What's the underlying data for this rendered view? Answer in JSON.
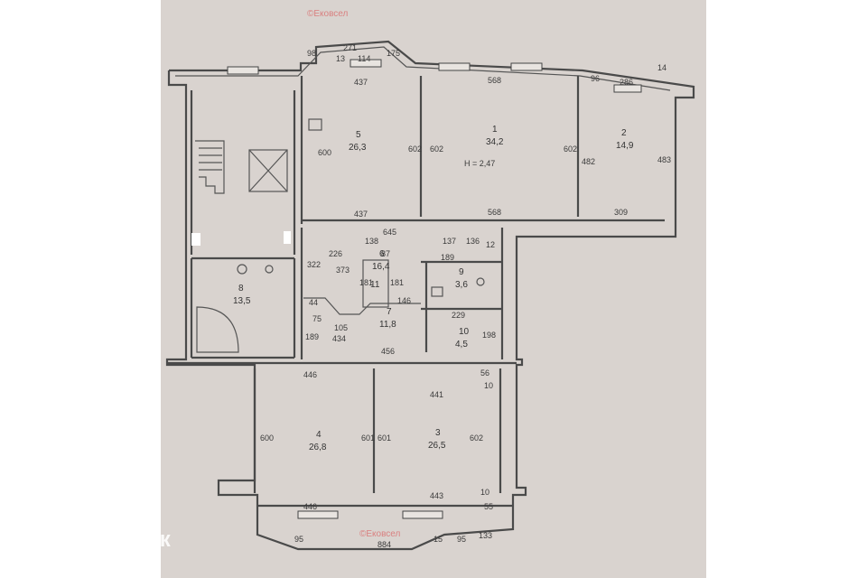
{
  "watermark": {
    "top": "©Ековсел",
    "bottom": "©Ековсел"
  },
  "brand": {
    "name": "Домклик",
    "icon": "house-icon"
  },
  "ceiling": "H = 2,47",
  "rooms": [
    {
      "id": "r1",
      "num": "1",
      "area": "34,2"
    },
    {
      "id": "r2",
      "num": "2",
      "area": "14,9"
    },
    {
      "id": "r3",
      "num": "3",
      "area": "26,5"
    },
    {
      "id": "r4",
      "num": "4",
      "area": "26,8"
    },
    {
      "id": "r5",
      "num": "5",
      "area": "26,3"
    },
    {
      "id": "r6",
      "num": "6",
      "area": "16,4"
    },
    {
      "id": "r7",
      "num": "7",
      "area": "11,8"
    },
    {
      "id": "r8",
      "num": "8",
      "area": "13,5"
    },
    {
      "id": "r9",
      "num": "9",
      "area": "3,6"
    },
    {
      "id": "r10",
      "num": "10",
      "area": "4,5"
    },
    {
      "id": "r11",
      "num": "11",
      "area": ""
    }
  ],
  "dimensions": {
    "d271": "271",
    "d175": "175",
    "d98": "98",
    "d13": "13",
    "d114": "114",
    "d437a": "437",
    "d568a": "568",
    "d96": "96",
    "d286": "286",
    "d14": "14",
    "d600a": "600",
    "d602a": "602",
    "d602b": "602",
    "d602c": "602",
    "d482": "482",
    "d483": "483",
    "d437b": "437",
    "d568b": "568",
    "d309": "309",
    "d645": "645",
    "d137": "137",
    "d136": "136",
    "d12": "12",
    "d226": "226",
    "d138": "138",
    "d87": "87",
    "d373": "373",
    "d322": "322",
    "d189": "189",
    "d181a": "181",
    "d181b": "181",
    "d146": "146",
    "d44": "44",
    "d105": "105",
    "d229": "229",
    "d198": "198",
    "d75": "75",
    "d189b": "189",
    "d434": "434",
    "d456": "456",
    "d446a": "446",
    "d56": "56",
    "d10": "10",
    "d441": "441",
    "d600b": "600",
    "d601a": "601",
    "d601b": "601",
    "d602d": "602",
    "d446b": "446",
    "d443": "443",
    "d10b": "10",
    "d55": "55",
    "d15": "15",
    "d95": "95",
    "d133": "133",
    "d95b": "95",
    "d884": "884"
  }
}
